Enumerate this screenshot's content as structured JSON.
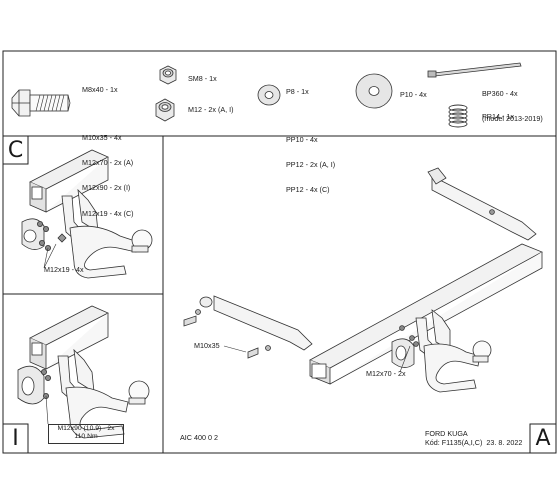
{
  "parts": {
    "bolt_lines": [
      "M8x40 - 1x",
      "M10x35 - 4x",
      "M12x70 - 2x (A)",
      "M12x90 - 2x (I)",
      "M12x19 - 4x (C)"
    ],
    "nut_small": "SM8 - 1x",
    "nut_large": "M12 - 2x (A, I)",
    "washer_small_lines": [
      "P8 - 1x",
      "PP10 - 4x",
      "PP12 - 2x (A, I)",
      "PP12 - 4x (C)"
    ],
    "washer_large": "P10 - 4x",
    "cable_tie_lines": [
      "BP360 - 4x",
      "(model 2013-2019)"
    ],
    "spring": "PR14 - 1x"
  },
  "panel_c": {
    "letter": "C",
    "bolt_label": "M12x19 - 4x"
  },
  "panel_i": {
    "letter": "I",
    "bolt_label": "M12x90 (10.9) - 2x",
    "torque": "110 Nm"
  },
  "panel_a": {
    "letter": "A",
    "bolt_label_1": "M10x35",
    "bolt_label_2": "M12x70 - 2x"
  },
  "footer": {
    "code": "AIC 400 0 2",
    "model": "FORD KUGA",
    "kod": "Kód: F1135(A,I,C)  23. 8. 2022"
  }
}
